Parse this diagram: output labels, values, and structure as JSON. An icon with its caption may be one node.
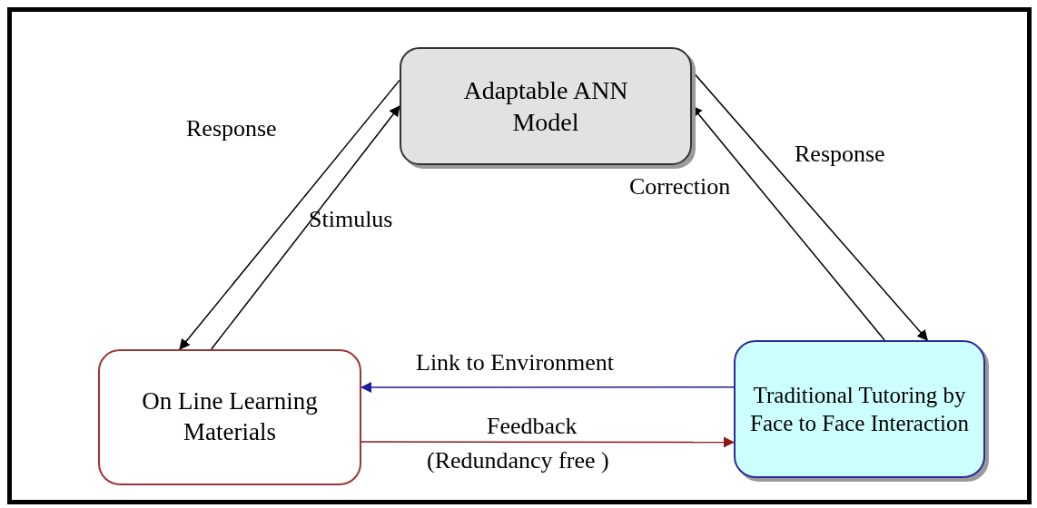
{
  "diagram": {
    "nodes": [
      {
        "text": [
          "Adaptable ANN Model"
        ]
      },
      {
        "text": [
          "On Line Learning Materials"
        ]
      },
      {
        "text": [
          "Traditional Tutoring by Face to Face Interaction"
        ]
      }
    ],
    "edges": [
      {
        "from": 0,
        "to": 1,
        "arrow": "to",
        "label": "Response"
      },
      {
        "from": 1,
        "to": 0,
        "arrow": "to",
        "label": "Stimulus"
      },
      {
        "from": 2,
        "to": 0,
        "arrow": "to",
        "label": "Correction"
      },
      {
        "from": 0,
        "to": 2,
        "arrow": "to",
        "label": "Response"
      },
      {
        "from": 2,
        "to": 1,
        "arrow": "to",
        "label": "Link to  Environment",
        "color": "#1c1c9c"
      },
      {
        "from": 1,
        "to": 2,
        "arrow": "to",
        "label": "Feedback",
        "color": "#8b1a1a"
      }
    ],
    "labels": [
      "(Redundancy free )"
    ]
  }
}
